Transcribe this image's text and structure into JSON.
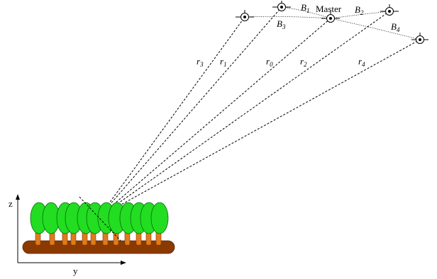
{
  "satellites": {
    "master": "Master"
  },
  "baselines": {
    "b1_main": "B",
    "b1_sub": "1",
    "b2_main": "B",
    "b2_sub": "2",
    "b3_main": "B",
    "b3_sub": "3",
    "b4_main": "B",
    "b4_sub": "4"
  },
  "ranges": {
    "r0_main": "r",
    "r0_sub": "0",
    "r1_main": "r",
    "r1_sub": "1",
    "r2_main": "r",
    "r2_sub": "2",
    "r3_main": "r",
    "r3_sub": "3",
    "r4_main": "r",
    "r4_sub": "4"
  },
  "axes": {
    "z": "z",
    "y": "y"
  },
  "colors": {
    "canopy": "#22dd22",
    "trunk": "#e07a1c",
    "ground": "#8a3a00"
  }
}
